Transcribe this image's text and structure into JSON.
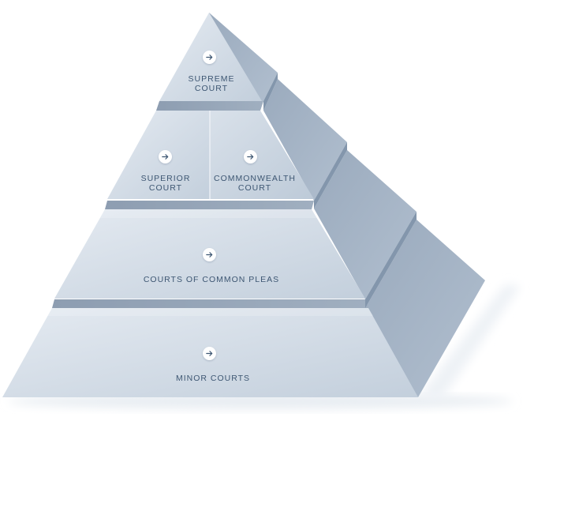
{
  "pyramid": {
    "tiers": [
      {
        "id": "supreme",
        "lines": [
          "SUPREME",
          "COURT"
        ]
      },
      {
        "id": "superior",
        "lines": [
          "SUPERIOR",
          "COURT"
        ]
      },
      {
        "id": "commonwealth",
        "lines": [
          "COMMONWEALTH",
          "COURT"
        ]
      },
      {
        "id": "common-pleas",
        "lines": [
          "COURTS OF COMMON PLEAS"
        ]
      },
      {
        "id": "minor",
        "lines": [
          "MINOR COURTS"
        ]
      }
    ],
    "icon": "arrow-right-icon",
    "colors": {
      "front_light": "#dfe6ee",
      "front_dark": "#c4d0dd",
      "side_light": "#a6b5c6",
      "side_dark": "#8c9eb3",
      "ledge": "#93a3b6",
      "text": "#3d5672"
    }
  }
}
